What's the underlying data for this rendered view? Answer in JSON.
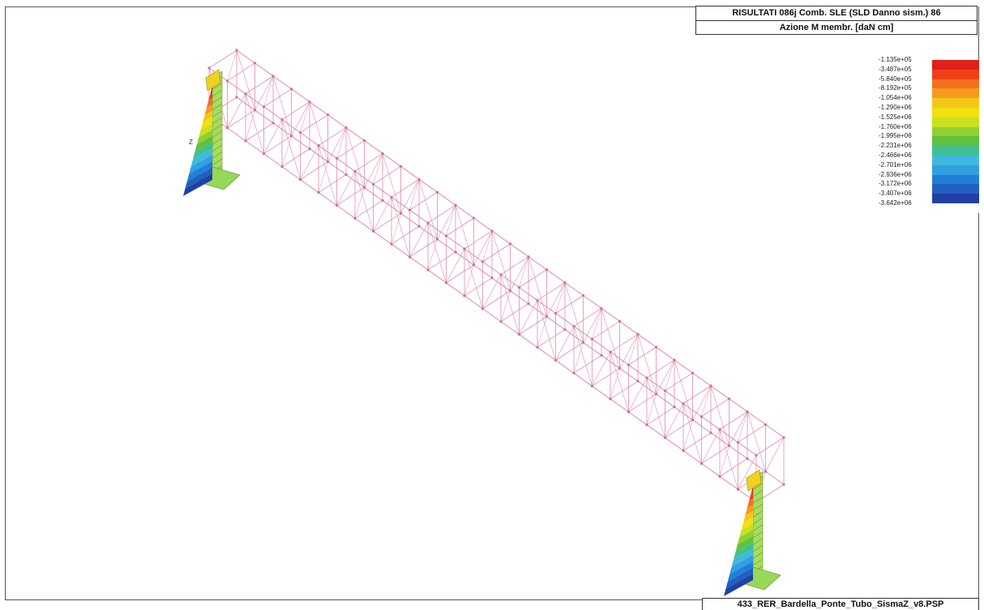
{
  "header": {
    "title": "RISULTATI  086j Comb. SLE (SLD Danno sism.) 86",
    "subtitle": "Azione M membr. [daN cm]"
  },
  "legend": {
    "labels": [
      "-1.135e+05",
      "-3.487e+05",
      "-5.840e+05",
      "-8.192e+05",
      "-1.054e+06",
      "-1.290e+06",
      "-1.525e+06",
      "-1.760e+06",
      "-1.995e+06",
      "-2.231e+06",
      "-2.466e+06",
      "-2.701e+06",
      "-2.936e+06",
      "-3.172e+06",
      "-3.407e+06",
      "-3.642e+06"
    ],
    "colors": [
      "#e0201a",
      "#f0401a",
      "#f4701e",
      "#f69a20",
      "#f4c818",
      "#f0e010",
      "#c8e020",
      "#90d030",
      "#60c040",
      "#40c090",
      "#40b8e0",
      "#30a0e0",
      "#2080d8",
      "#2060c0",
      "#2040a8",
      "#ffffff"
    ]
  },
  "axis_label": "Z",
  "footer": {
    "filename": "433_RER_Bardella_Ponte_Tubo_SismaZ_v8.PSP"
  }
}
